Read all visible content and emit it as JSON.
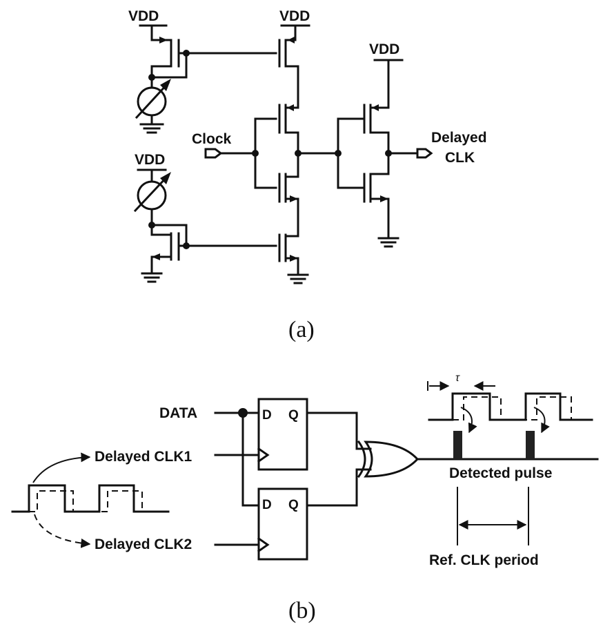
{
  "part_a": {
    "vdd_label": "VDD",
    "clock_label": "Clock",
    "delayed_clk_line1": "Delayed",
    "delayed_clk_line2": "CLK",
    "caption": "(a)"
  },
  "part_b": {
    "data_label": "DATA",
    "delayed_clk1_label": "Delayed CLK1",
    "delayed_clk2_label": "Delayed CLK2",
    "ff_d_label": "D",
    "ff_q_label": "Q",
    "tau_label": "τ",
    "detected_pulse_label": "Detected pulse",
    "ref_clk_period_label": "Ref. CLK period",
    "caption": "(b)"
  }
}
